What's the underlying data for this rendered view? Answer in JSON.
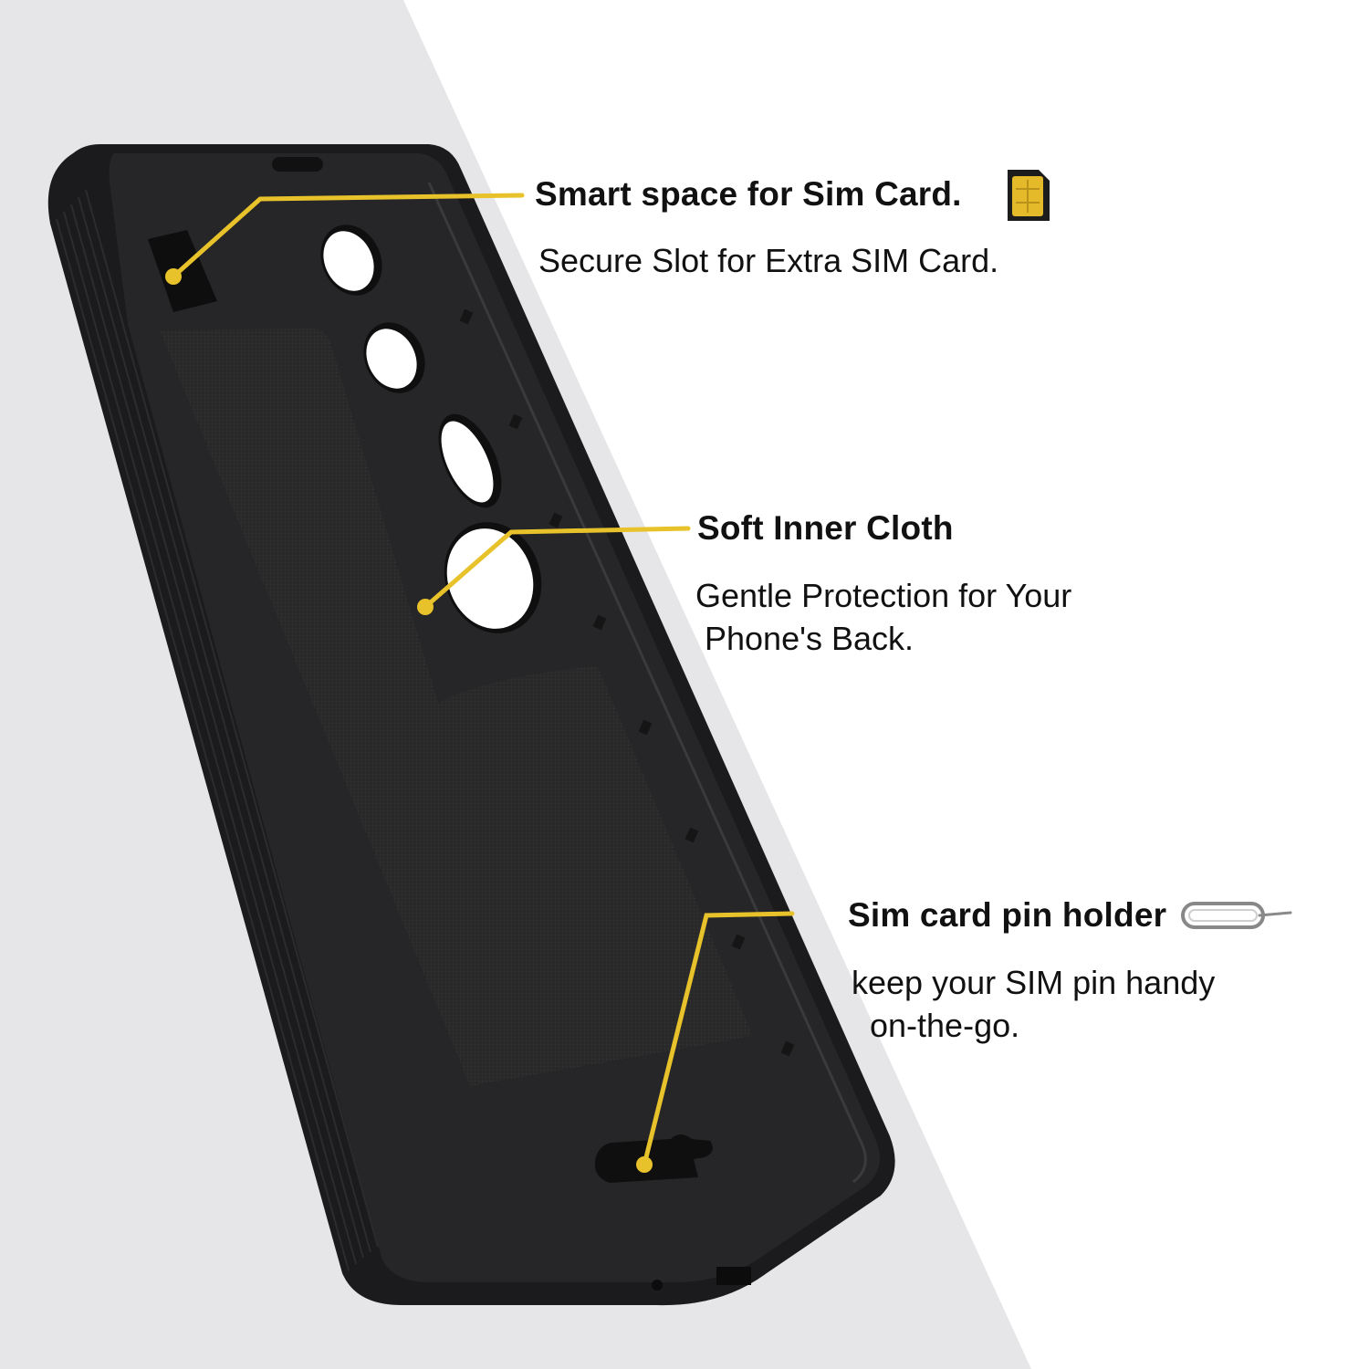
{
  "colors": {
    "background": "#ffffff",
    "diagonal_band": "#e6e6e8",
    "case_body": "#1c1c1e",
    "case_inner": "#262628",
    "inner_cloth": "#2c2c2c",
    "callout_line": "#e8c22a",
    "text": "#111111"
  },
  "callouts": [
    {
      "title": "Smart space for Sim Card.",
      "description_lines": [
        "Secure Slot for Extra SIM Card."
      ],
      "icon": "sim-card-icon"
    },
    {
      "title": "Soft Inner Cloth",
      "description_lines": [
        "Gentle Protection for Your",
        " Phone's Back."
      ]
    },
    {
      "title": "Sim card pin holder",
      "description_lines": [
        "keep your SIM pin handy",
        "  on-the-go."
      ],
      "icon": "sim-pin-icon"
    }
  ]
}
